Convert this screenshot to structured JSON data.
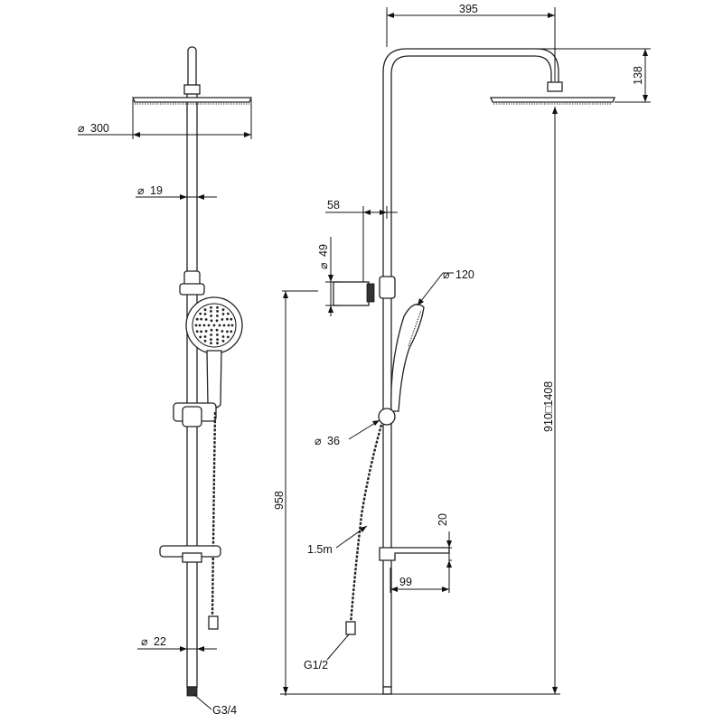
{
  "dimensions": {
    "head_diameter": "300",
    "rail_diameter": "19",
    "outlet_diameter": "22",
    "outlet_thread": "G3/4",
    "arm_length": "395",
    "arm_drop": "138",
    "bracket_offset": "58",
    "bracket_diameter": "49",
    "handset_diameter": "120",
    "slider_diameter": "36",
    "bracket_height": "958",
    "hose_length": "1.5m",
    "hose_thread": "G1/2",
    "shelf_height": "20",
    "shelf_depth": "99",
    "total_height_range": "910□1408"
  },
  "symbols": {
    "diameter": "⌀"
  }
}
